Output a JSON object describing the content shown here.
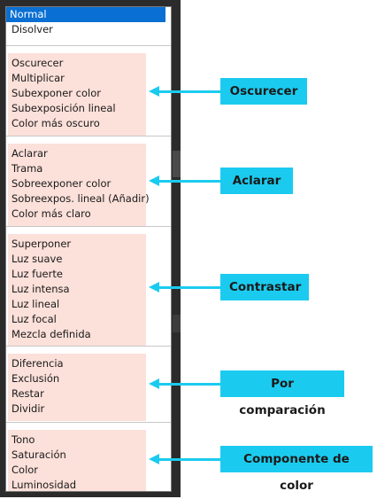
{
  "menu": {
    "top_items": [
      {
        "label": "Normal",
        "selected": true
      },
      {
        "label": "Disolver",
        "selected": false
      }
    ],
    "groups": [
      {
        "label": "Oscurecer",
        "items": [
          "Oscurecer",
          "Multiplicar",
          "Subexponer color",
          "Subexposición lineal",
          "Color más oscuro"
        ]
      },
      {
        "label": "Aclarar",
        "items": [
          "Aclarar",
          "Trama",
          "Sobreexponer color",
          "Sobreexpos. lineal (Añadir)",
          "Color más claro"
        ]
      },
      {
        "label": "Contrastar",
        "items": [
          "Superponer",
          "Luz suave",
          "Luz fuerte",
          "Luz intensa",
          "Luz lineal",
          "Luz focal",
          "Mezcla definida"
        ]
      },
      {
        "label": "Por comparación",
        "items": [
          "Diferencia",
          "Exclusión",
          "Restar",
          "Dividir"
        ]
      },
      {
        "label": "Componente de color",
        "items": [
          "Tono",
          "Saturación",
          "Color",
          "Luminosidad"
        ]
      }
    ]
  },
  "colors": {
    "selected_bg": "#0a6fd3",
    "group_highlight": "#fce0da",
    "callout": "#1bcbef"
  }
}
